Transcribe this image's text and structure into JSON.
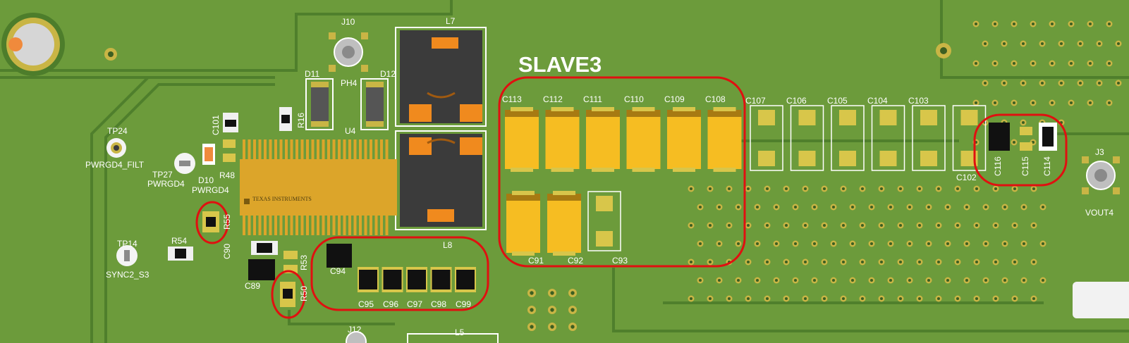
{
  "title": "SLAVE3",
  "logo_text": "TEXAS INSTRUMENTS",
  "labels": {
    "J10": "J10",
    "L7": "L7",
    "D11": "D11",
    "D12": "D12",
    "PH4": "PH4",
    "U4": "U4",
    "R16": "R16",
    "C101": "C101",
    "TP24": "TP24",
    "PWRGD4_FILT": "PWRGD4_FILT",
    "TP27": "TP27",
    "PWRGD4_a": "PWRGD4",
    "D10": "D10",
    "PWRGD4_b": "PWRGD4",
    "R48": "R48",
    "R55": "R55",
    "TP14": "TP14",
    "SYNC2_S3": "SYNC2_S3",
    "R54": "R54",
    "C90": "C90",
    "C89": "C89",
    "R53": "R53",
    "R50": "R50",
    "C94": "C94",
    "L8": "L8",
    "C95": "C95",
    "C96": "C96",
    "C97": "C97",
    "C98": "C98",
    "C99": "C99",
    "J12": "J12",
    "L5": "L5",
    "C113": "C113",
    "C112": "C112",
    "C111": "C111",
    "C110": "C110",
    "C109": "C109",
    "C108": "C108",
    "C107": "C107",
    "C106": "C106",
    "C105": "C105",
    "C104": "C104",
    "C103": "C103",
    "C102": "C102",
    "C91": "C91",
    "C92": "C92",
    "C93": "C93",
    "C116": "C116",
    "C115": "C115",
    "C114": "C114",
    "J3": "J3",
    "VOUT4": "VOUT4"
  },
  "colors": {
    "board": "#6c9b3b",
    "trace": "#4f7f2c",
    "silk": "#ffffff",
    "pad": "#d8c64a",
    "tantalum": "#f6bd22",
    "tantalum_band": "#a77a12",
    "ic": "#dca52a",
    "inductor": "#3b3b3b",
    "inductor_pad": "#f08a1e",
    "highlight": "#e01010"
  }
}
